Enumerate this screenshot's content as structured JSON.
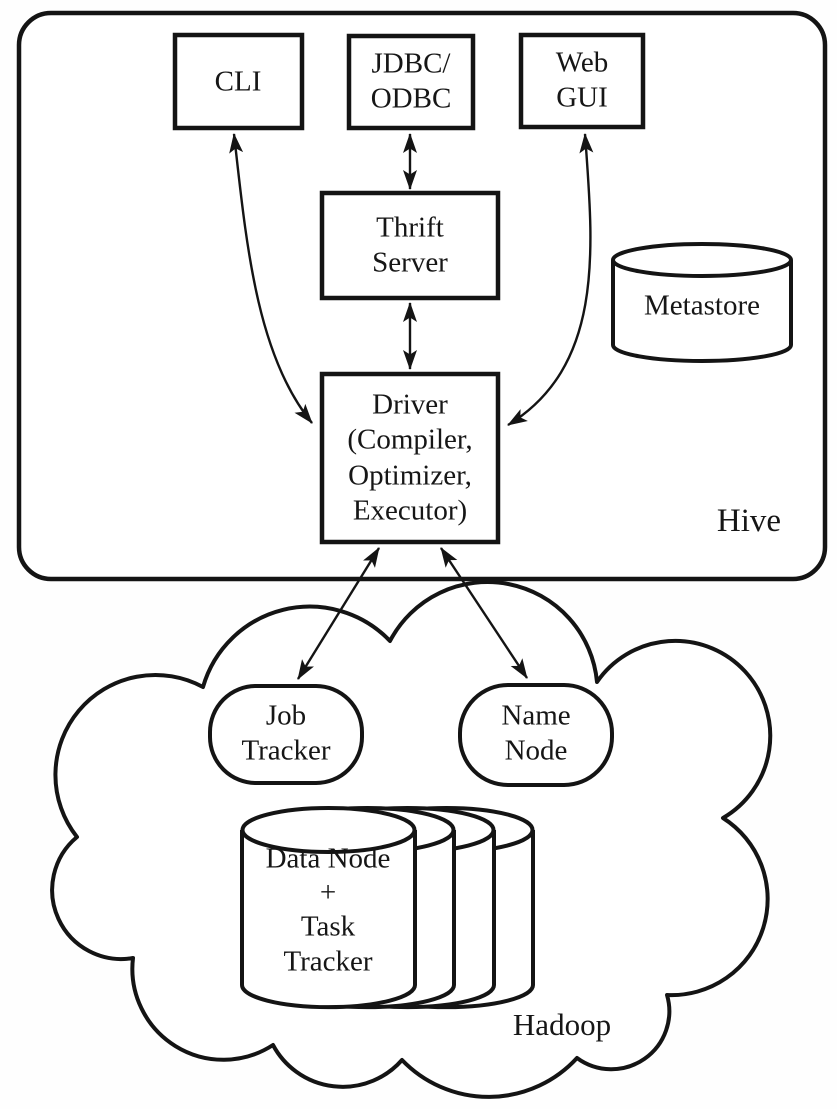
{
  "hive_section": {
    "label": "Hive",
    "nodes": {
      "cli": "CLI",
      "jdbc_odbc": "JDBC/\nODBC",
      "web_gui": "Web\nGUI",
      "thrift_server": "Thrift\nServer",
      "metastore": "Metastore",
      "driver": "Driver\n(Compiler,\nOptimizer,\nExecutor)"
    }
  },
  "hadoop_section": {
    "label": "Hadoop",
    "nodes": {
      "job_tracker": "Job\nTracker",
      "name_node": "Name\nNode",
      "data_node_stack": "Data Node\n+\nTask\nTracker"
    }
  },
  "edges": [
    {
      "from": "CLI",
      "to": "Driver",
      "style": "curved",
      "arrows": "both"
    },
    {
      "from": "JDBC/ODBC",
      "to": "Thrift Server",
      "style": "straight",
      "arrows": "both"
    },
    {
      "from": "Web GUI",
      "to": "Driver",
      "style": "curved",
      "arrows": "both"
    },
    {
      "from": "Thrift Server",
      "to": "Driver",
      "style": "straight",
      "arrows": "both"
    },
    {
      "from": "Driver",
      "to": "Job Tracker",
      "style": "straight",
      "arrows": "both"
    },
    {
      "from": "Driver",
      "to": "Name Node",
      "style": "straight",
      "arrows": "both"
    }
  ],
  "colors": {
    "ink": "#141414",
    "background": "#fefefe",
    "node_fill": "#ffffff"
  }
}
